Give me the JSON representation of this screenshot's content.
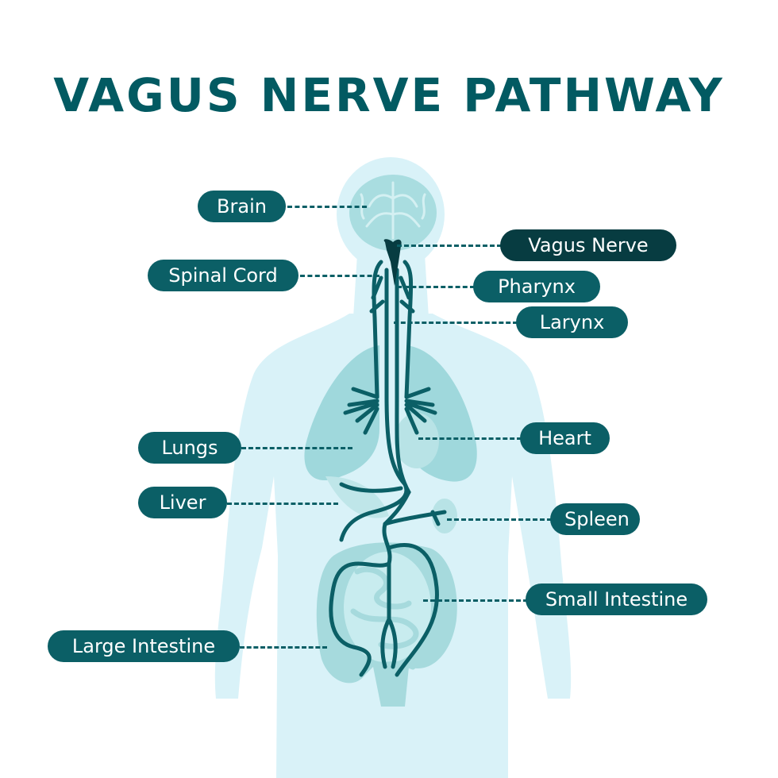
{
  "title": "VAGUS NERVE PATHWAY",
  "colors": {
    "title": "#025a62",
    "label_bg": "#0b5f66",
    "label_highlight_bg": "#073c41",
    "label_text": "#ffffff",
    "body_silhouette": "#d9f2f8",
    "organ_fill": "#9fd8dc",
    "nerve": "#0b5f66"
  },
  "labels": {
    "brain": "Brain",
    "vagus_nerve": "Vagus Nerve",
    "spinal_cord": "Spinal Cord",
    "pharynx": "Pharynx",
    "larynx": "Larynx",
    "lungs": "Lungs",
    "heart": "Heart",
    "liver": "Liver",
    "spleen": "Spleen",
    "small_intestine": "Small Intestine",
    "large_intestine": "Large Intestine"
  }
}
